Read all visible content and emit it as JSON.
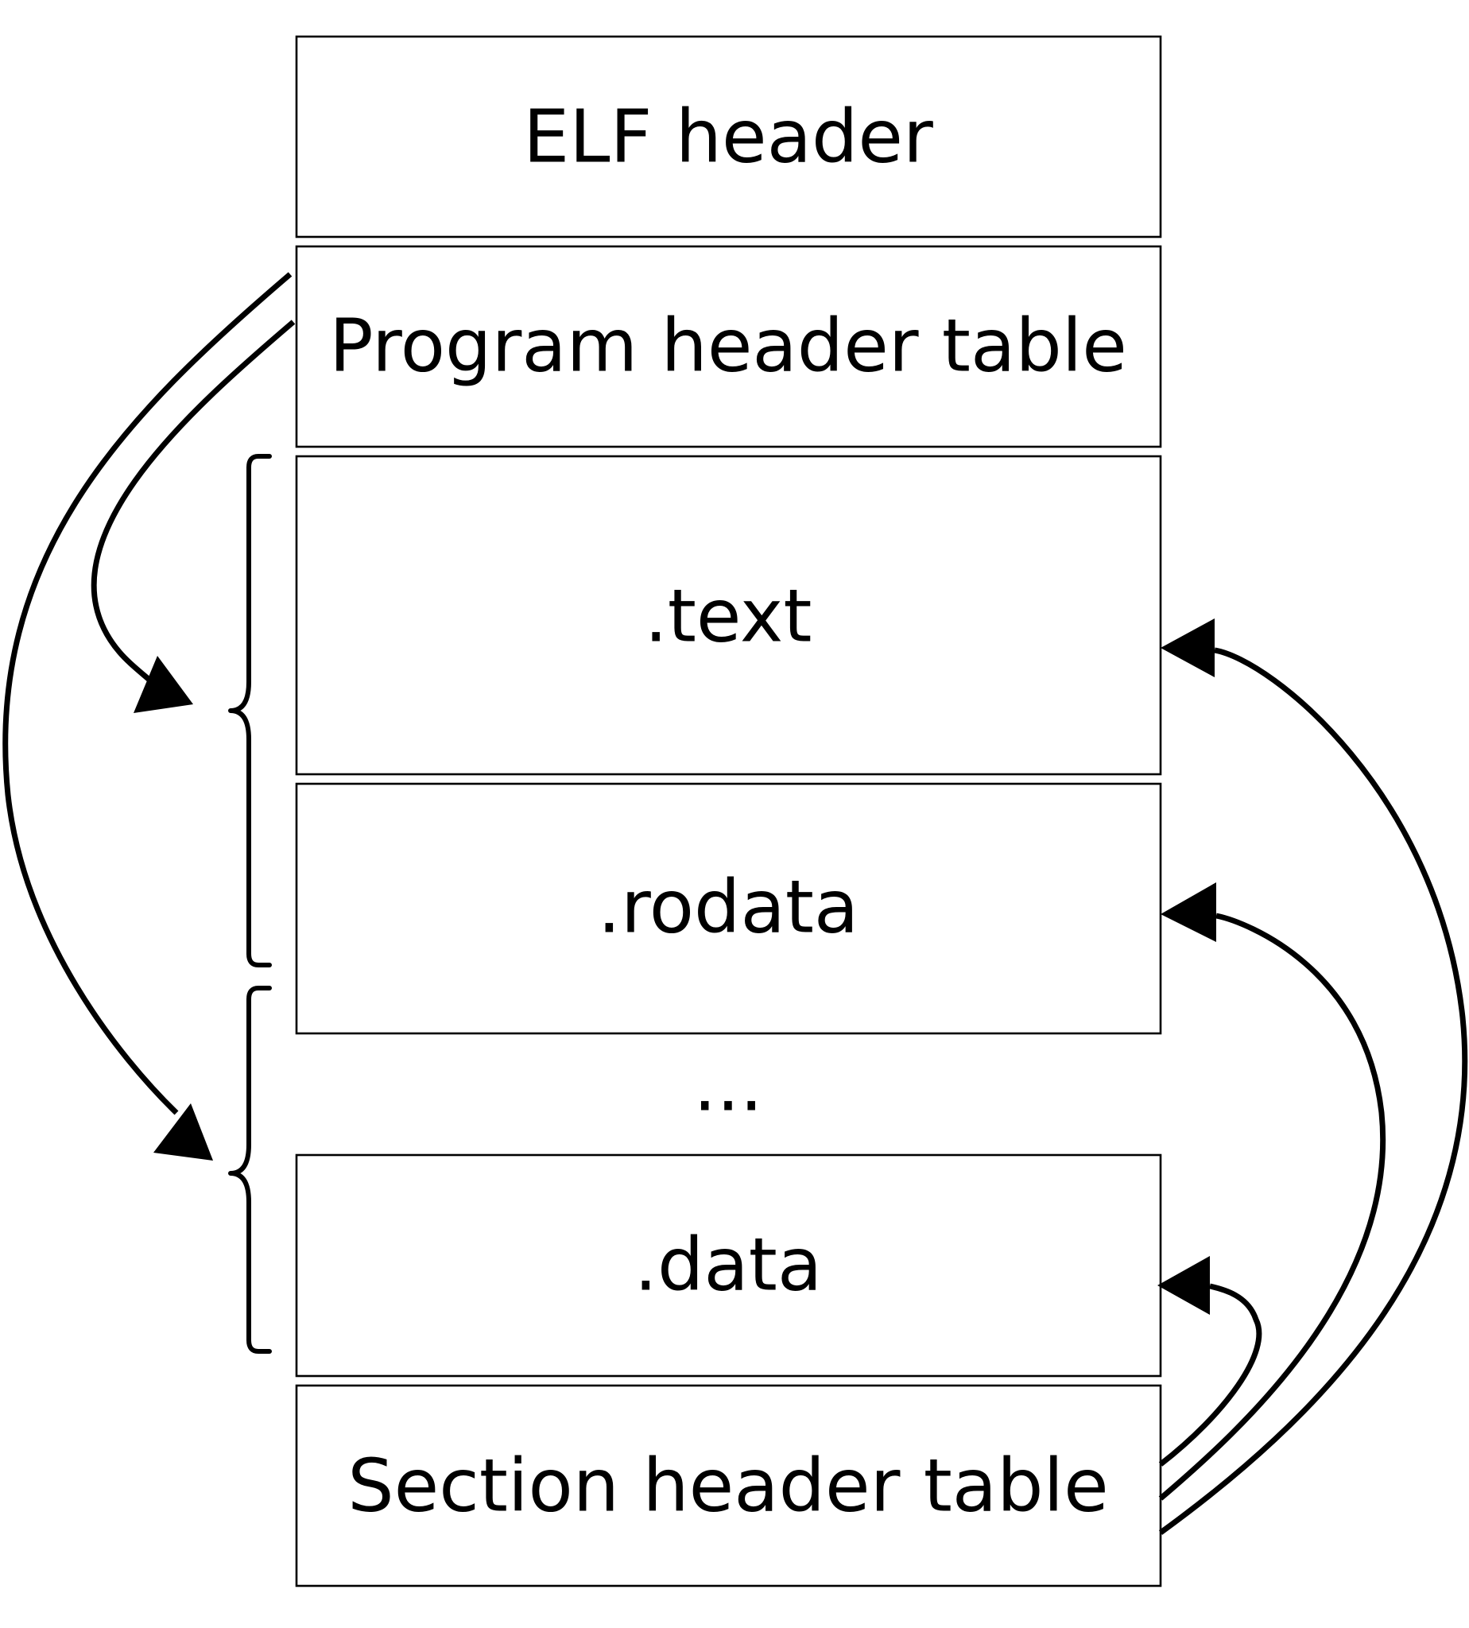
{
  "blocks": [
    {
      "id": "elf-header",
      "label": "ELF header"
    },
    {
      "id": "program-header-table",
      "label": "Program header table"
    },
    {
      "id": "text",
      "label": ".text"
    },
    {
      "id": "rodata",
      "label": ".rodata"
    },
    {
      "id": "data",
      "label": ".data"
    },
    {
      "id": "section-header-table",
      "label": "Section header table"
    }
  ],
  "ellipsis": "...",
  "groups": [
    {
      "id": "segment-1",
      "members": [
        ".text",
        ".rodata"
      ]
    },
    {
      "id": "segment-2",
      "members": [
        "...",
        ".data"
      ]
    }
  ],
  "arrows": [
    {
      "from": "Program header table",
      "to": "segment-1"
    },
    {
      "from": "Program header table",
      "to": "segment-2"
    },
    {
      "from": "Section header table",
      "to": ".text"
    },
    {
      "from": "Section header table",
      "to": ".rodata"
    },
    {
      "from": "Section header table",
      "to": ".data"
    }
  ]
}
